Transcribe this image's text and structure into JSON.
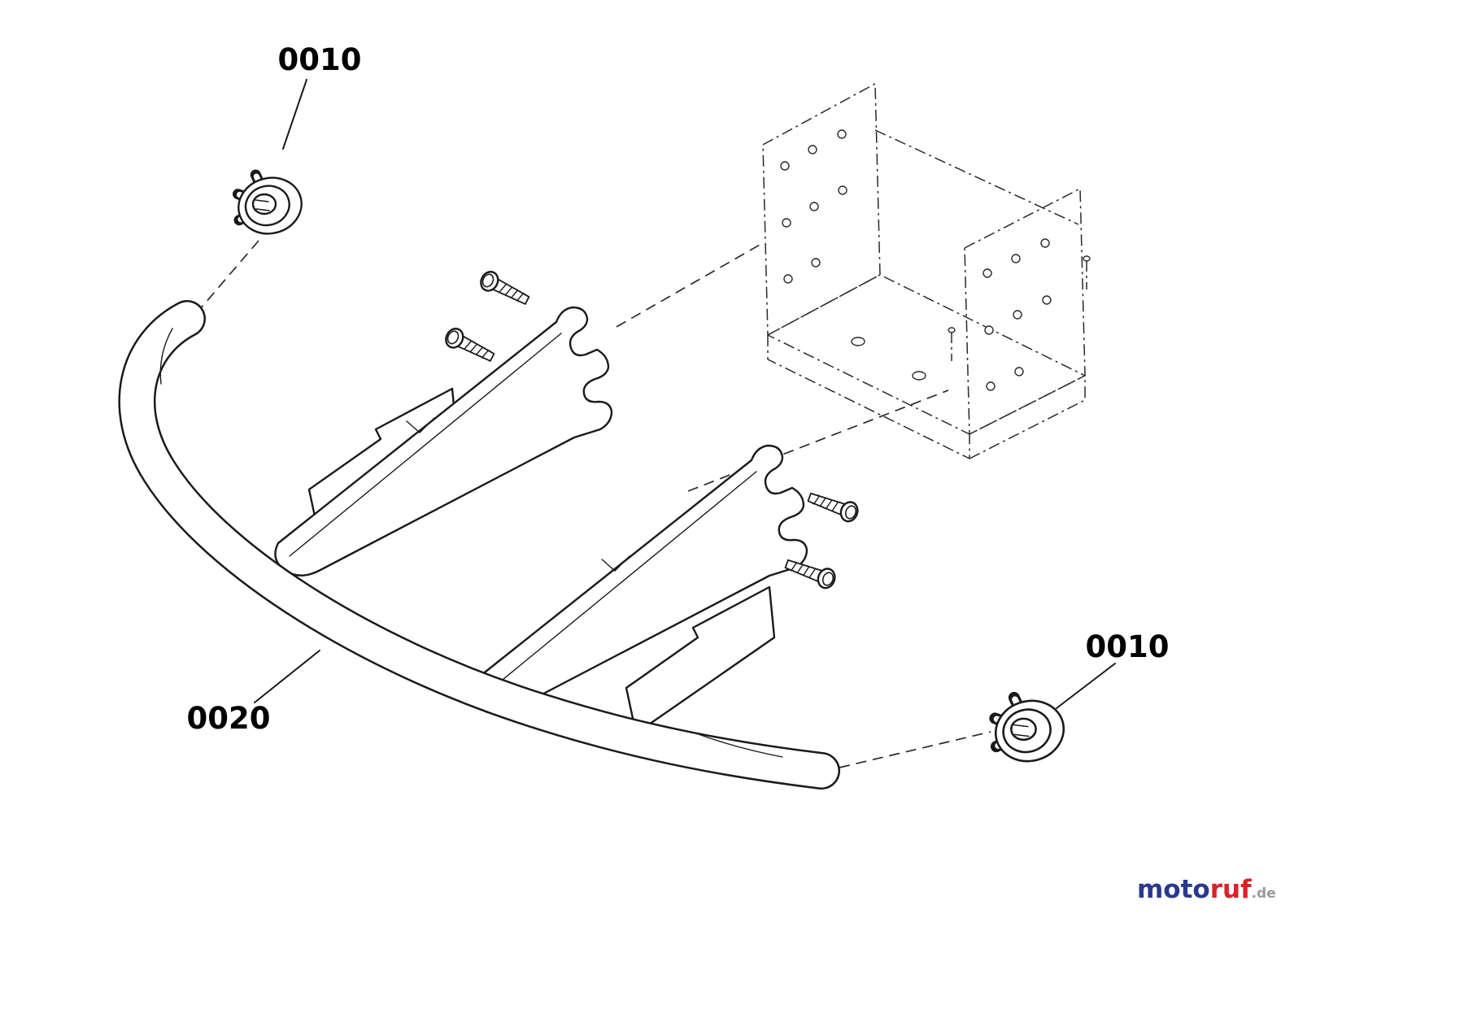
{
  "diagram": {
    "type": "exploded-parts-diagram",
    "labels": {
      "part_0010_top": "0010",
      "part_0020": "0020",
      "part_0010_bottom": "0010"
    },
    "watermark": {
      "part1": "moto",
      "part2": "ruf",
      "suffix": ".de"
    },
    "colors": {
      "line": "#1a1a1a",
      "watermark_blue": "#2a3990",
      "watermark_red": "#d92128",
      "watermark_gray": "#9a9a9a"
    }
  }
}
